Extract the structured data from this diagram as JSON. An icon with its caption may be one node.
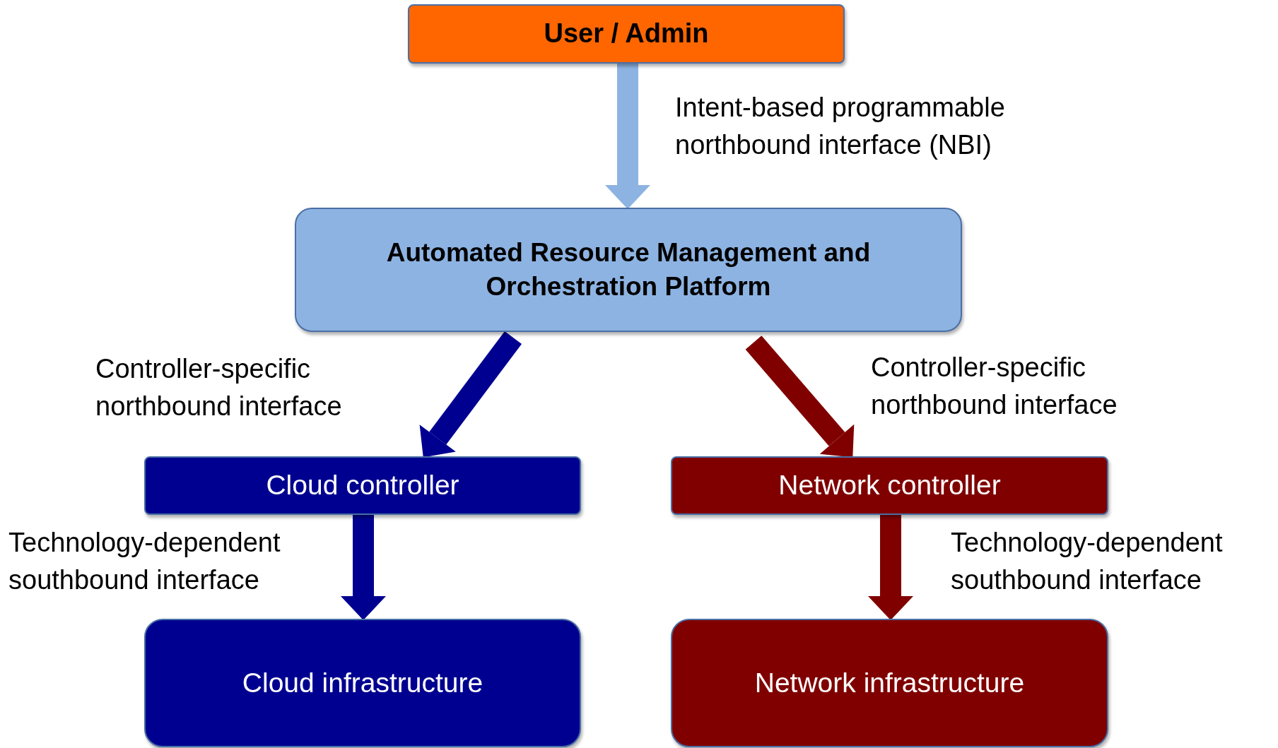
{
  "diagram": {
    "nodes": [
      {
        "text": [
          "User / Admin"
        ]
      },
      {
        "text": [
          "Automated Resource Management and Orchestration Platform"
        ]
      },
      {
        "text": [
          "Cloud controller"
        ]
      },
      {
        "text": [
          "Network controller"
        ]
      },
      {
        "text": [
          "Cloud infrastructure"
        ]
      },
      {
        "text": [
          "Network infrastructure"
        ]
      }
    ],
    "edges": [
      {
        "from": 0,
        "to": 1,
        "arrow": "to",
        "label": "Intent-based programmable northbound interface (NBI)",
        "color": "#8db3e2"
      },
      {
        "from": 1,
        "to": 2,
        "arrow": "to",
        "label": "Controller-specific northbound interface",
        "color": "#000090"
      },
      {
        "from": 1,
        "to": 3,
        "arrow": "to",
        "label": "Controller-specific northbound interface",
        "color": "#800000"
      },
      {
        "from": 2,
        "to": 4,
        "arrow": "to",
        "label": "Technology-dependent southbound interface",
        "color": "#000090"
      },
      {
        "from": 3,
        "to": 5,
        "arrow": "to",
        "label": "Technology-dependent southbound interface",
        "color": "#800000"
      }
    ]
  }
}
